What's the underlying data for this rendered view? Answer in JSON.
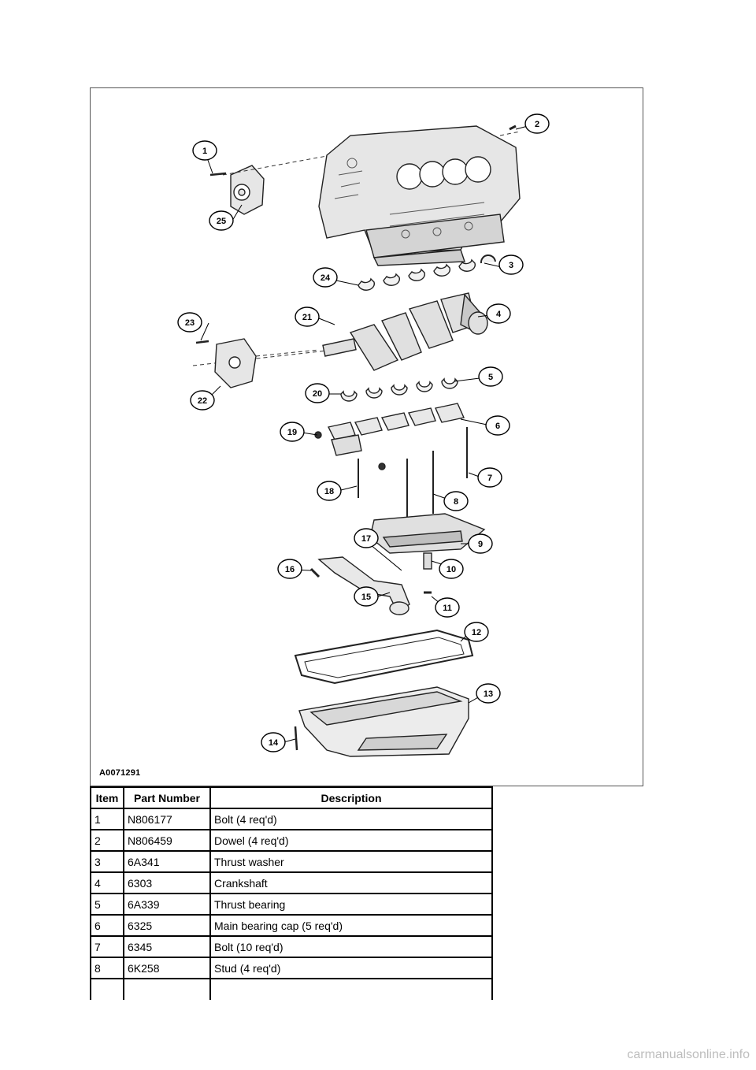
{
  "figure": {
    "id": "A0071291",
    "callouts": [
      "1",
      "2",
      "3",
      "4",
      "5",
      "6",
      "7",
      "8",
      "9",
      "10",
      "11",
      "12",
      "13",
      "14",
      "15",
      "16",
      "17",
      "18",
      "19",
      "20",
      "21",
      "22",
      "23",
      "24",
      "25"
    ]
  },
  "table": {
    "headers": {
      "item": "Item",
      "part_number": "Part Number",
      "description": "Description"
    },
    "rows": [
      {
        "item": "1",
        "part_number": "N806177",
        "description": "Bolt (4 req'd)"
      },
      {
        "item": "2",
        "part_number": "N806459",
        "description": "Dowel (4 req'd)"
      },
      {
        "item": "3",
        "part_number": "6A341",
        "description": "Thrust washer"
      },
      {
        "item": "4",
        "part_number": "6303",
        "description": "Crankshaft"
      },
      {
        "item": "5",
        "part_number": "6A339",
        "description": "Thrust bearing"
      },
      {
        "item": "6",
        "part_number": "6325",
        "description": "Main bearing cap (5 req'd)"
      },
      {
        "item": "7",
        "part_number": "6345",
        "description": "Bolt (10 req'd)"
      },
      {
        "item": "8",
        "part_number": "6K258",
        "description": "Stud (4 req'd)"
      }
    ]
  },
  "footer": {
    "watermark": "carmanualsonline.info"
  }
}
